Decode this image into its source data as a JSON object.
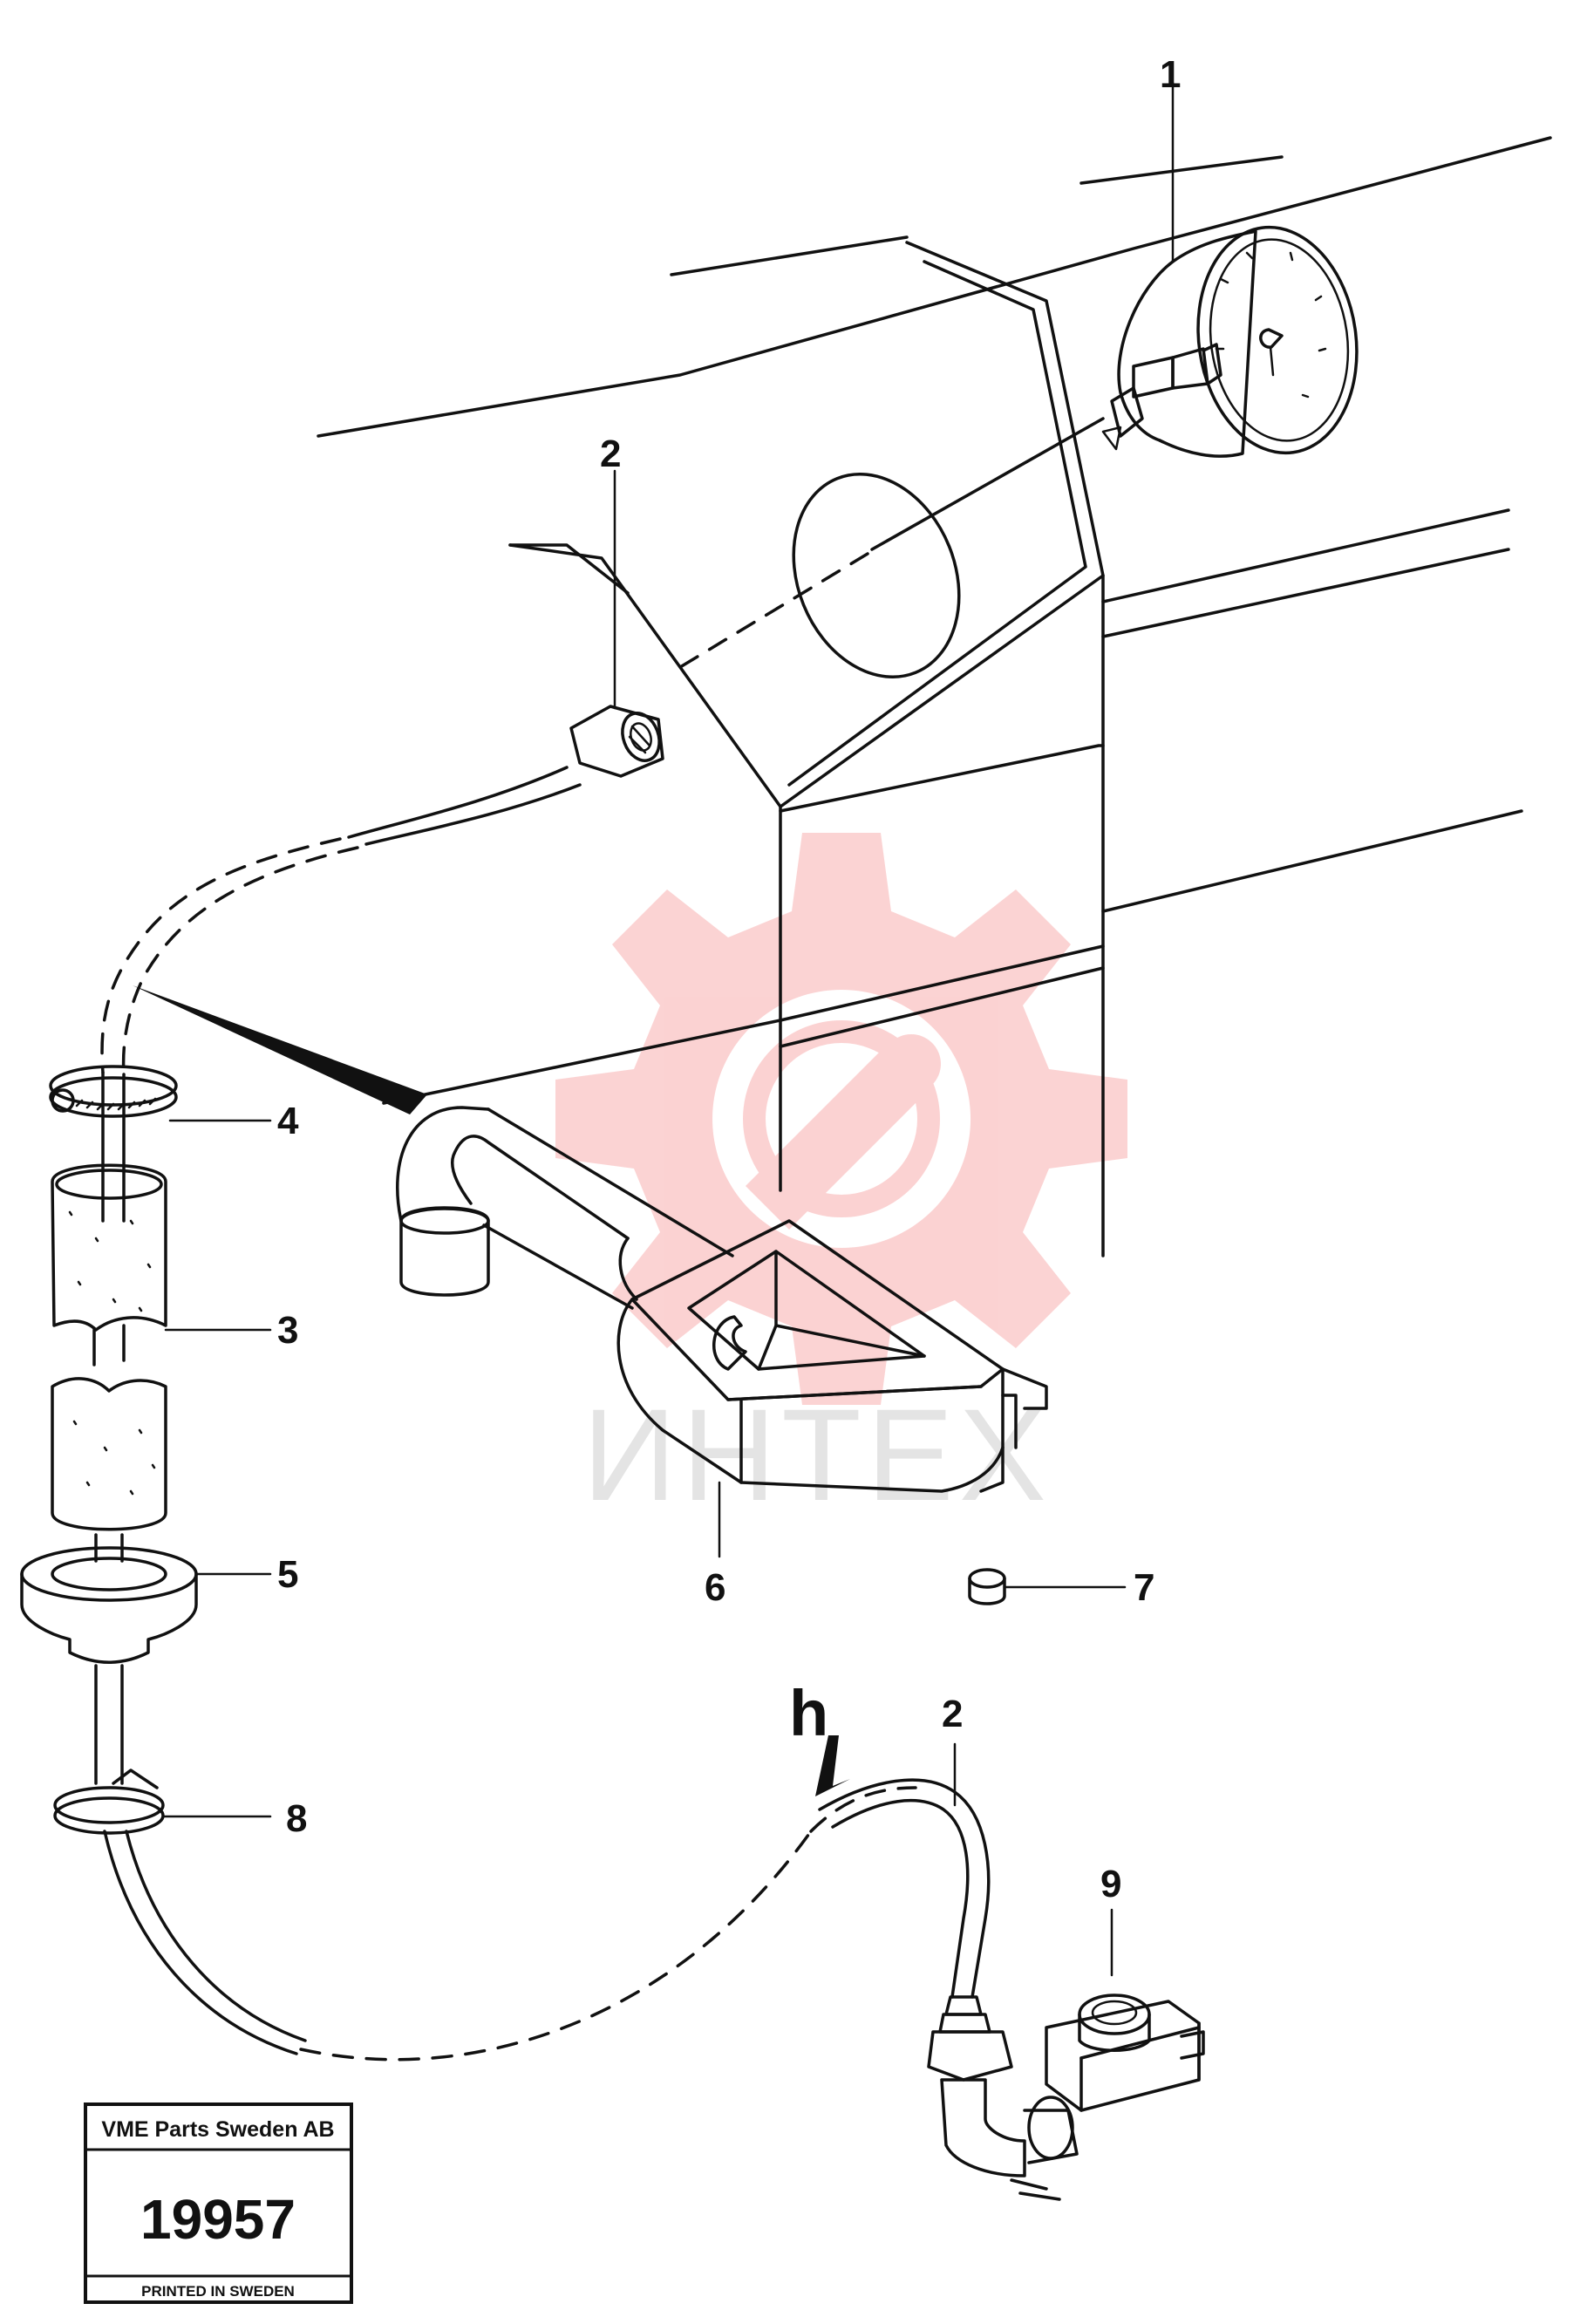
{
  "watermark": {
    "text": "ИНТЕХ",
    "color": "#f26d6d"
  },
  "callouts": {
    "c1": "1",
    "c2a": "2",
    "c2b": "2",
    "c3": "3",
    "c4": "4",
    "c5": "5",
    "c6": "6",
    "c7": "7",
    "c8": "8",
    "c9": "9",
    "ch": "h"
  },
  "stamp": {
    "company": "VME Parts Sweden AB",
    "number": "19957",
    "printed": "PRINTED IN SWEDEN"
  }
}
